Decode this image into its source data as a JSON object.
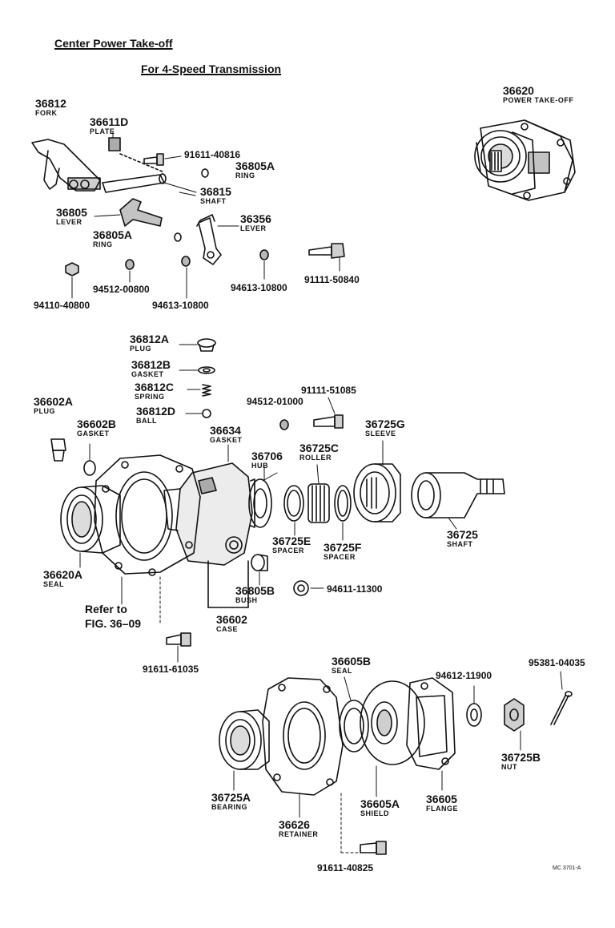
{
  "header": {
    "title": "Center Power Take-off",
    "subtitle": "For 4-Speed Transmission"
  },
  "labels": {
    "p36620": {
      "num": "36620",
      "name": "POWER TAKE-OFF"
    },
    "p36812": {
      "num": "36812",
      "name": "FORK"
    },
    "p36611D": {
      "num": "36611D",
      "name": "PLATE"
    },
    "p36805A_1": {
      "num": "36805A",
      "name": "RING"
    },
    "p36815": {
      "num": "36815",
      "name": "SHAFT"
    },
    "p36805": {
      "num": "36805",
      "name": "LEVER"
    },
    "p36805A_2": {
      "num": "36805A",
      "name": "RING"
    },
    "p36356": {
      "num": "36356",
      "name": "LEVER"
    },
    "p36812A": {
      "num": "36812A",
      "name": "PLUG"
    },
    "p36812B": {
      "num": "36812B",
      "name": "GASKET"
    },
    "p36812C": {
      "num": "36812C",
      "name": "SPRING"
    },
    "p36812D": {
      "num": "36812D",
      "name": "BALL"
    },
    "p36602A": {
      "num": "36602A",
      "name": "PLUG"
    },
    "p36602B": {
      "num": "36602B",
      "name": "GASKET"
    },
    "p36634": {
      "num": "36634",
      "name": "GASKET"
    },
    "p36706": {
      "num": "36706",
      "name": "HUB"
    },
    "p36725C": {
      "num": "36725C",
      "name": "ROLLER"
    },
    "p36725G": {
      "num": "36725G",
      "name": "SLEEVE"
    },
    "p36620A": {
      "num": "36620A",
      "name": "SEAL"
    },
    "p36725E": {
      "num": "36725E",
      "name": "SPACER"
    },
    "p36725F": {
      "num": "36725F",
      "name": "SPACER"
    },
    "p36725": {
      "num": "36725",
      "name": "SHAFT"
    },
    "p36805B": {
      "num": "36805B",
      "name": "BUSH"
    },
    "p36602": {
      "num": "36602",
      "name": "CASE"
    },
    "p36605B": {
      "num": "36605B",
      "name": "SEAL"
    },
    "p36725B": {
      "num": "36725B",
      "name": "NUT"
    },
    "p36725A": {
      "num": "36725A",
      "name": "BEARING"
    },
    "p36626": {
      "num": "36626",
      "name": "RETAINER"
    },
    "p36605A": {
      "num": "36605A",
      "name": "SHIELD"
    },
    "p36605": {
      "num": "36605",
      "name": "FLANGE"
    }
  },
  "part_numbers": {
    "pn_91611_40816": "91611-40816",
    "pn_91111_50840": "91111-50840",
    "pn_94512_00800": "94512-00800",
    "pn_94110_40800": "94110-40800",
    "pn_94613_10800_a": "94613-10800",
    "pn_94613_10800_b": "94613-10800",
    "pn_91111_51085": "91111-51085",
    "pn_94512_01000": "94512-01000",
    "pn_94611_11300": "94611-11300",
    "pn_91611_61035": "91611-61035",
    "pn_94612_11900": "94612-11900",
    "pn_95381_04035": "95381-04035",
    "pn_91611_40825": "91611-40825"
  },
  "reference": {
    "line1": "Refer to",
    "line2": "FIG. 36–09"
  },
  "figure_code": "MC 3701-A"
}
